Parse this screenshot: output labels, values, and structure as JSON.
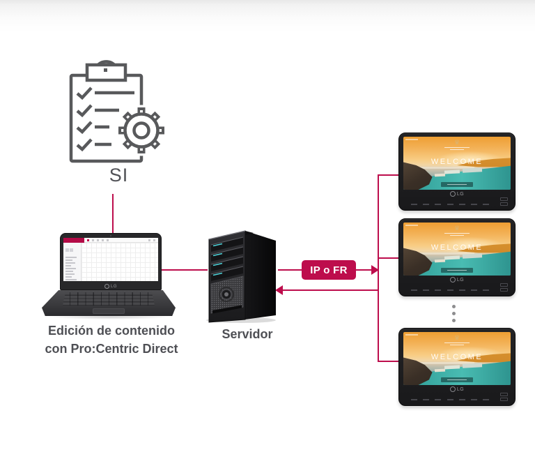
{
  "diagram": {
    "source": {
      "label": "SI",
      "icon": "clipboard-checklist-gear-icon"
    },
    "editor": {
      "label_line1": "Edición de contenido",
      "label_line2": "con Pro:Centric Direct",
      "laptop_logo": "LG"
    },
    "server": {
      "label": "Servidor"
    },
    "link": {
      "label": "IP o FR",
      "direction": "bidirectional"
    },
    "tv": {
      "welcome_text": "WELCOME",
      "bezel_logo": "LG",
      "count_hint": "ellipsis-more-displays"
    },
    "colors": {
      "accent_red": "#BD0D4C",
      "icon_gray": "#58595B",
      "label_gray": "#4E4F54",
      "pool_teal": "#3AABA4",
      "drive_bay_teal": "#4FD4DA",
      "sky_orange": "#F3B258"
    }
  }
}
